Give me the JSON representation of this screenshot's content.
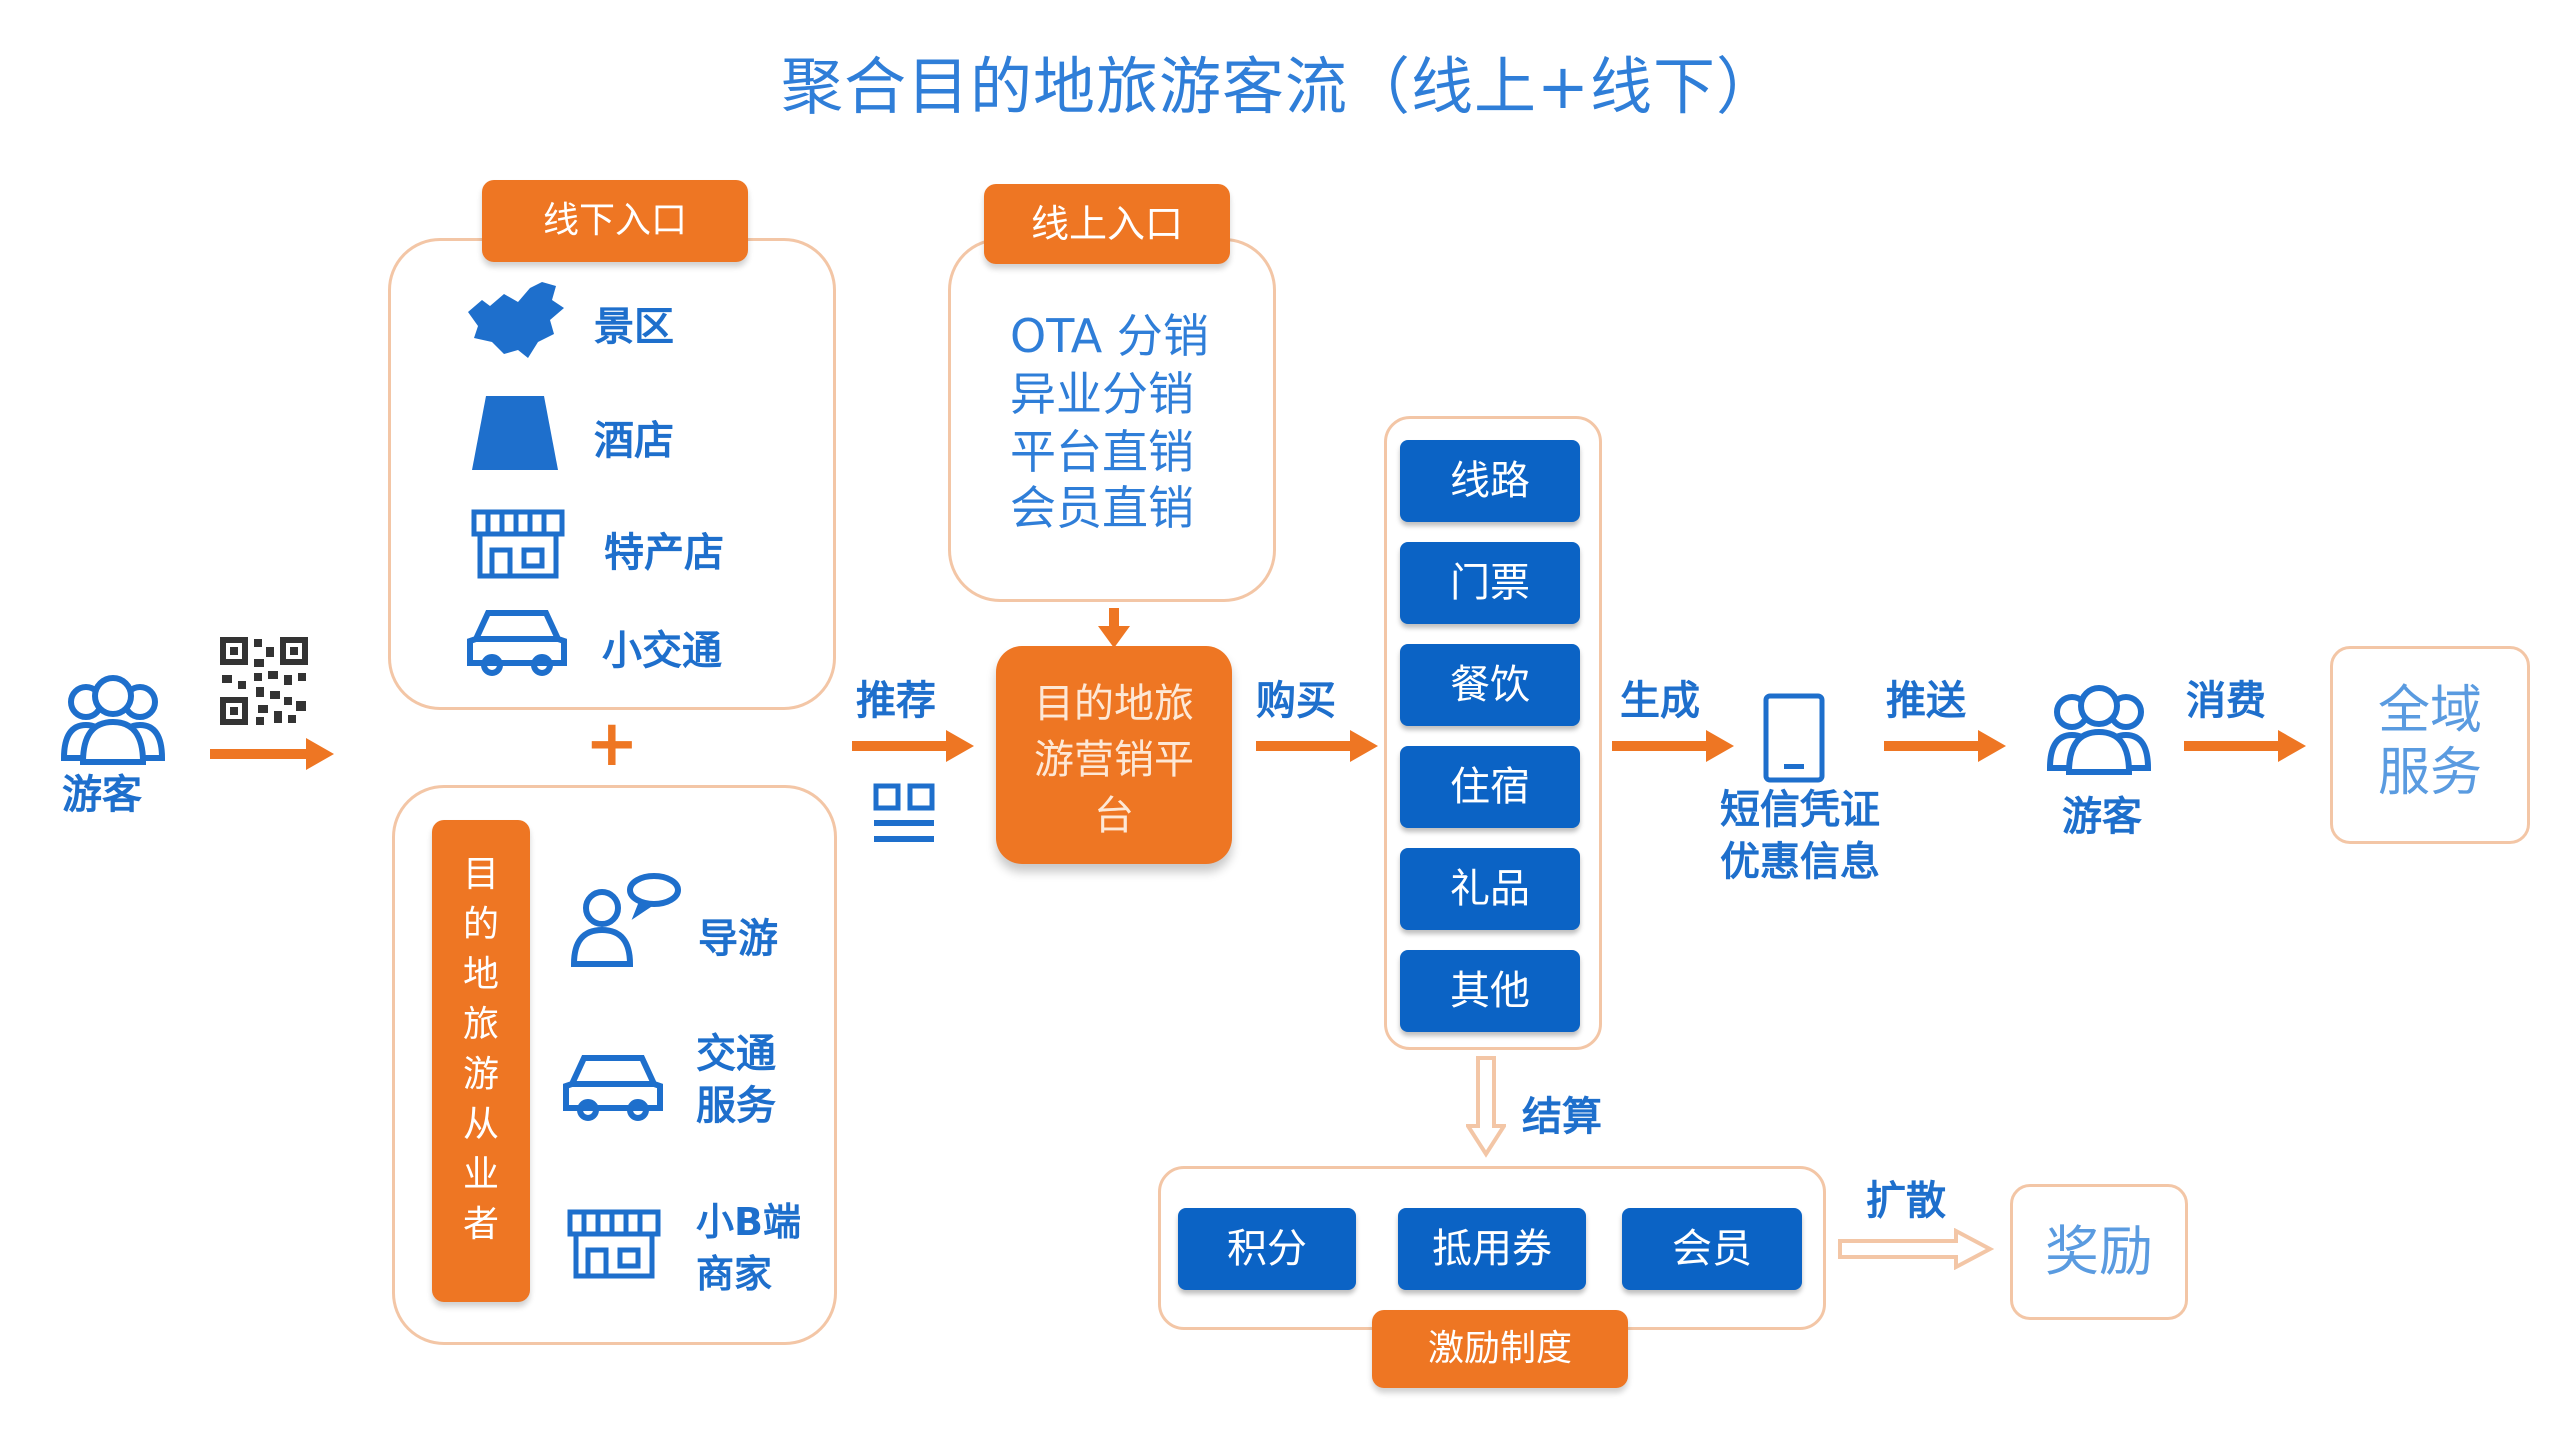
{
  "title": "聚合目的地旅游客流（线上+线下）",
  "tourist_left": "游客",
  "offline": {
    "tag": "线下入口",
    "items": [
      "景区",
      "酒店",
      "特产店",
      "小交通"
    ]
  },
  "plus": "+",
  "practitioner": {
    "tag": "目的地旅游从业者",
    "items": [
      "导游",
      "交通服务",
      "小B端商家"
    ]
  },
  "online": {
    "tag": "线上入口",
    "items": [
      "OTA 分销",
      "异业分销",
      "平台直销",
      "会员直销"
    ]
  },
  "recommend": "推荐",
  "platform": "目的地旅游营销平台",
  "buy": "购买",
  "products": [
    "线路",
    "门票",
    "餐饮",
    "住宿",
    "礼品",
    "其他"
  ],
  "generate": "生成",
  "sms": "短信凭证优惠信息",
  "push": "推送",
  "tourist_right": "游客",
  "consume": "消费",
  "global_service": "全域服务",
  "settle": "结算",
  "incentives": [
    "积分",
    "抵用券",
    "会员"
  ],
  "incentive_tag": "激励制度",
  "spread": "扩散",
  "reward": "奖励",
  "colors": {
    "blue": "#0b63c5",
    "orange": "#ee7623",
    "border": "#f3c6a6",
    "text_blue": "#1e6fcc"
  }
}
